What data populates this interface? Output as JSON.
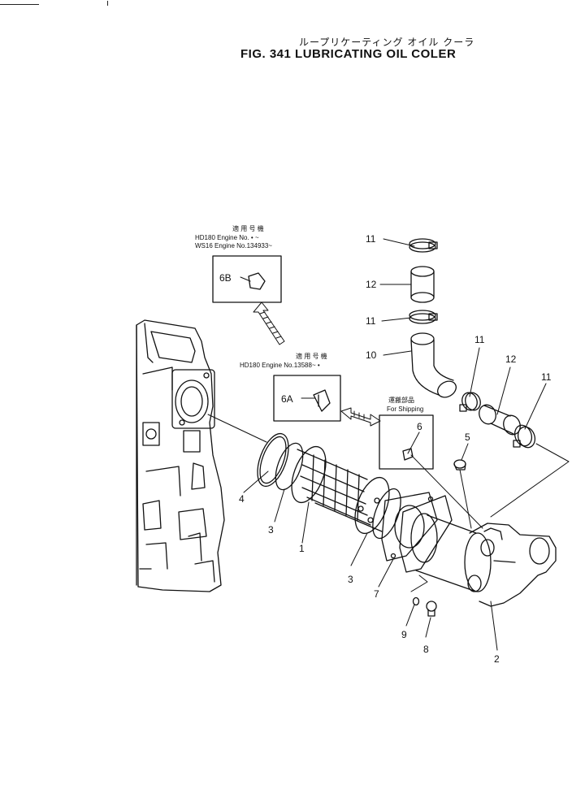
{
  "header": {
    "title_jp": "ループリケーティング オイル クーラ",
    "title_en": "FIG. 341  LUBRICATING  OIL  COLER"
  },
  "box_6b": {
    "heading": "適 用 号 機",
    "line1": "HD180 Engine No.   •  ~",
    "line2": "WS16 Engine No.134933~",
    "label": "6B"
  },
  "box_6a": {
    "heading": "適 用 号 機",
    "line1": "HD180 Engine No.13588~  •",
    "label": "6A"
  },
  "box_6": {
    "heading": "運搬部品",
    "line1": "For Shipping",
    "label": "6"
  },
  "callouts": {
    "c1": "1",
    "c2": "2",
    "c3a": "3",
    "c3b": "3",
    "c4": "4",
    "c5": "5",
    "c7": "7",
    "c8": "8",
    "c9": "9",
    "c10": "10",
    "c11a": "11",
    "c11b": "11",
    "c11c": "11",
    "c11d": "11",
    "c12a": "12",
    "c12b": "12"
  }
}
